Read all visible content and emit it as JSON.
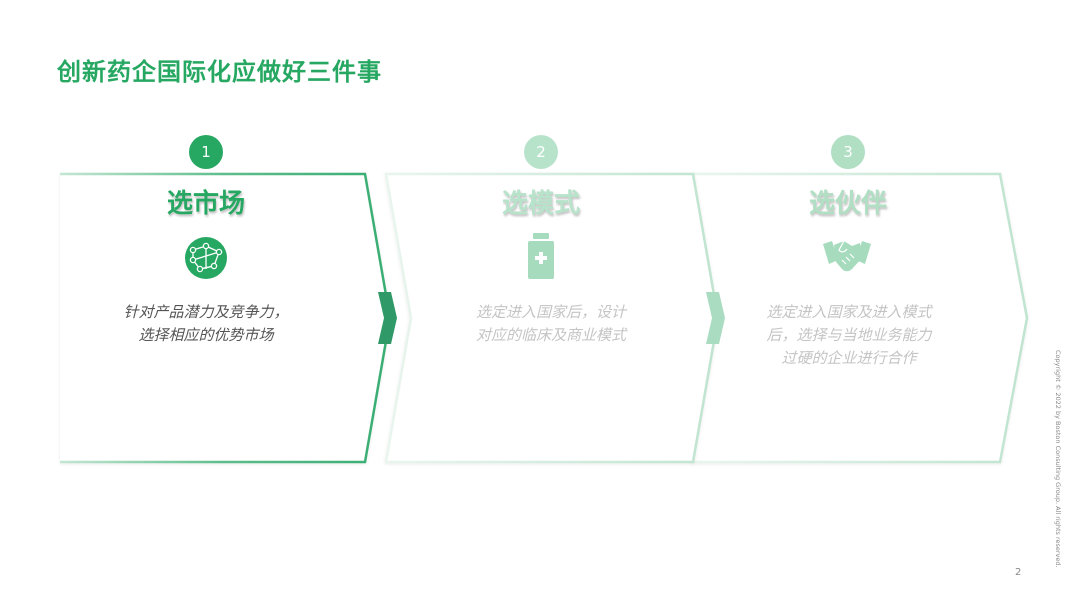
{
  "title": "创新药企国际化应做好三件事",
  "colors": {
    "title": "#27a862",
    "step1": "#27a862",
    "step2": "#b8e3cb",
    "step3": "#b0dfc4",
    "desc_active": "#555555",
    "desc_inactive": "#c4c4c4"
  },
  "steps": [
    {
      "number": "1",
      "heading": "选市场",
      "icon": "globe-network-icon",
      "description": [
        "针对产品潜力及竞争力，",
        "选择相应的优势市场"
      ],
      "active": true
    },
    {
      "number": "2",
      "heading": "选模式",
      "icon": "medicine-bottle-icon",
      "description": [
        "选定进入国家后，设计",
        "对应的临床及商业模式"
      ],
      "active": false
    },
    {
      "number": "3",
      "heading": "选伙伴",
      "icon": "handshake-icon",
      "description": [
        "选定进入国家及进入模式",
        "后，选择与当地业务能力",
        "过硬的企业进行合作"
      ],
      "active": false
    }
  ],
  "copyright": "Copyright © 2022 by Boston Consulting Group. All rights reserved.",
  "page_number": "2"
}
